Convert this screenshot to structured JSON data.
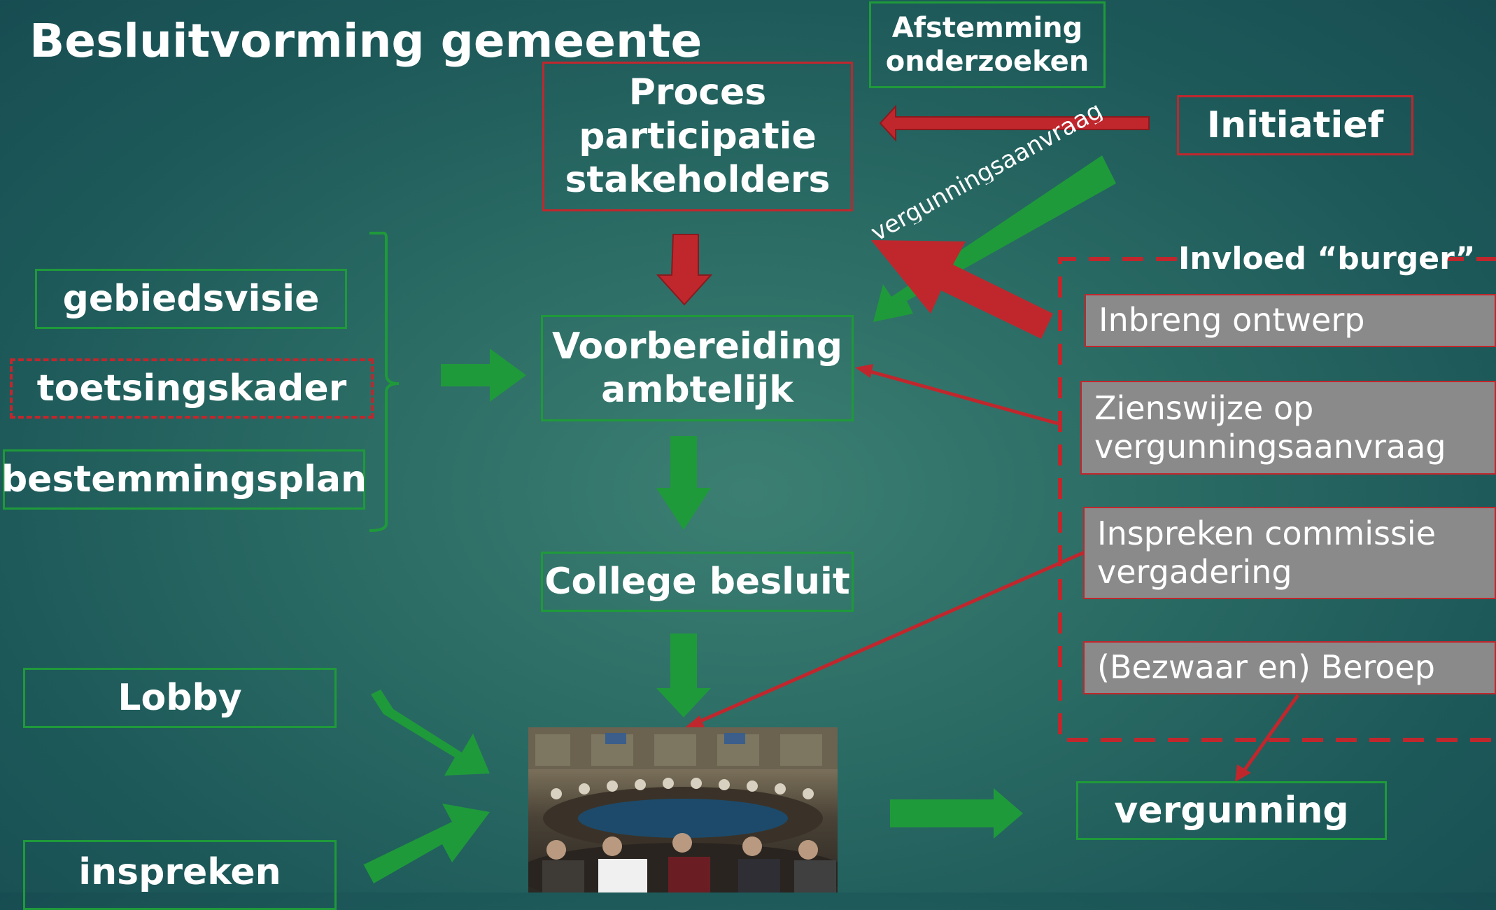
{
  "title": "Besluitvorming gemeente",
  "boxes": {
    "afstemming": "Afstemming onderzoeken",
    "proces": "Proces participatie stakeholders",
    "initiatief": "Initiatief",
    "gebiedsvisie": "gebiedsvisie",
    "toetsingskader": "toetsingskader",
    "bestemmingsplan": "bestemmingsplan",
    "voorbereiding": "Voorbereiding ambtelijk",
    "college": "College besluit",
    "lobby": "Lobby",
    "inspreken": "inspreken",
    "vergunning": "vergunning"
  },
  "arrow_label": "vergunningsaanvraag",
  "influence": {
    "title": "Invloed “burger”",
    "items": [
      "Inbreng ontwerp",
      "Zienswijze op vergunningsaanvraag",
      "Inspreken commissie vergadering",
      "(Bezwaar en) Beroep"
    ]
  },
  "colors": {
    "green": "#1f9a3a",
    "red": "#c0272d",
    "grey": "#8a8a8a",
    "background": "#2a6b64"
  }
}
